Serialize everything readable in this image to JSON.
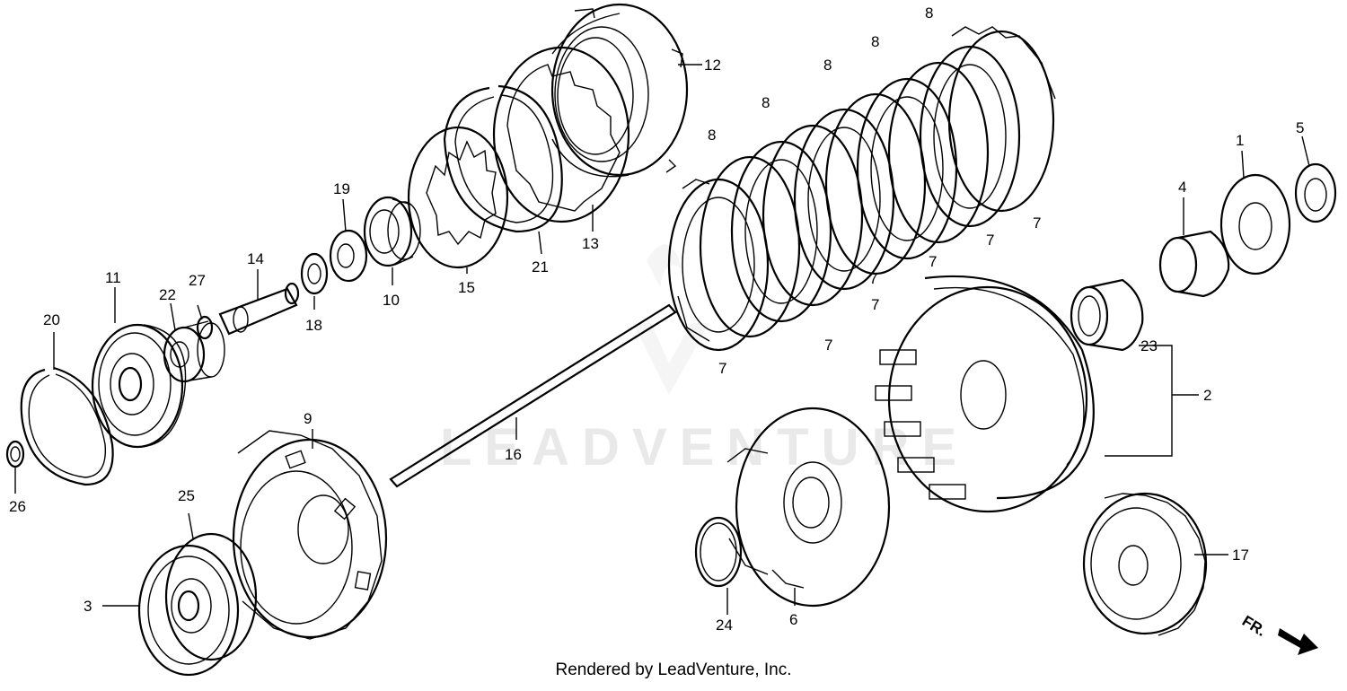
{
  "watermark": "LEADVENTURE",
  "direction_label": "FR.",
  "footer": "Rendered by LeadVenture, Inc.",
  "callouts": {
    "c1": "1",
    "c2": "2",
    "c3": "3",
    "c4": "4",
    "c5": "5",
    "c6": "6",
    "c9": "9",
    "c10": "10",
    "c11": "11",
    "c12": "12",
    "c13": "13",
    "c14": "14",
    "c15": "15",
    "c16": "16",
    "c17": "17",
    "c18": "18",
    "c19": "19",
    "c20": "20",
    "c21": "21",
    "c22": "22",
    "c23": "23",
    "c24": "24",
    "c25": "25",
    "c26": "26",
    "c27": "27"
  },
  "plate_labels": {
    "friction": "7",
    "clutch": "8"
  }
}
